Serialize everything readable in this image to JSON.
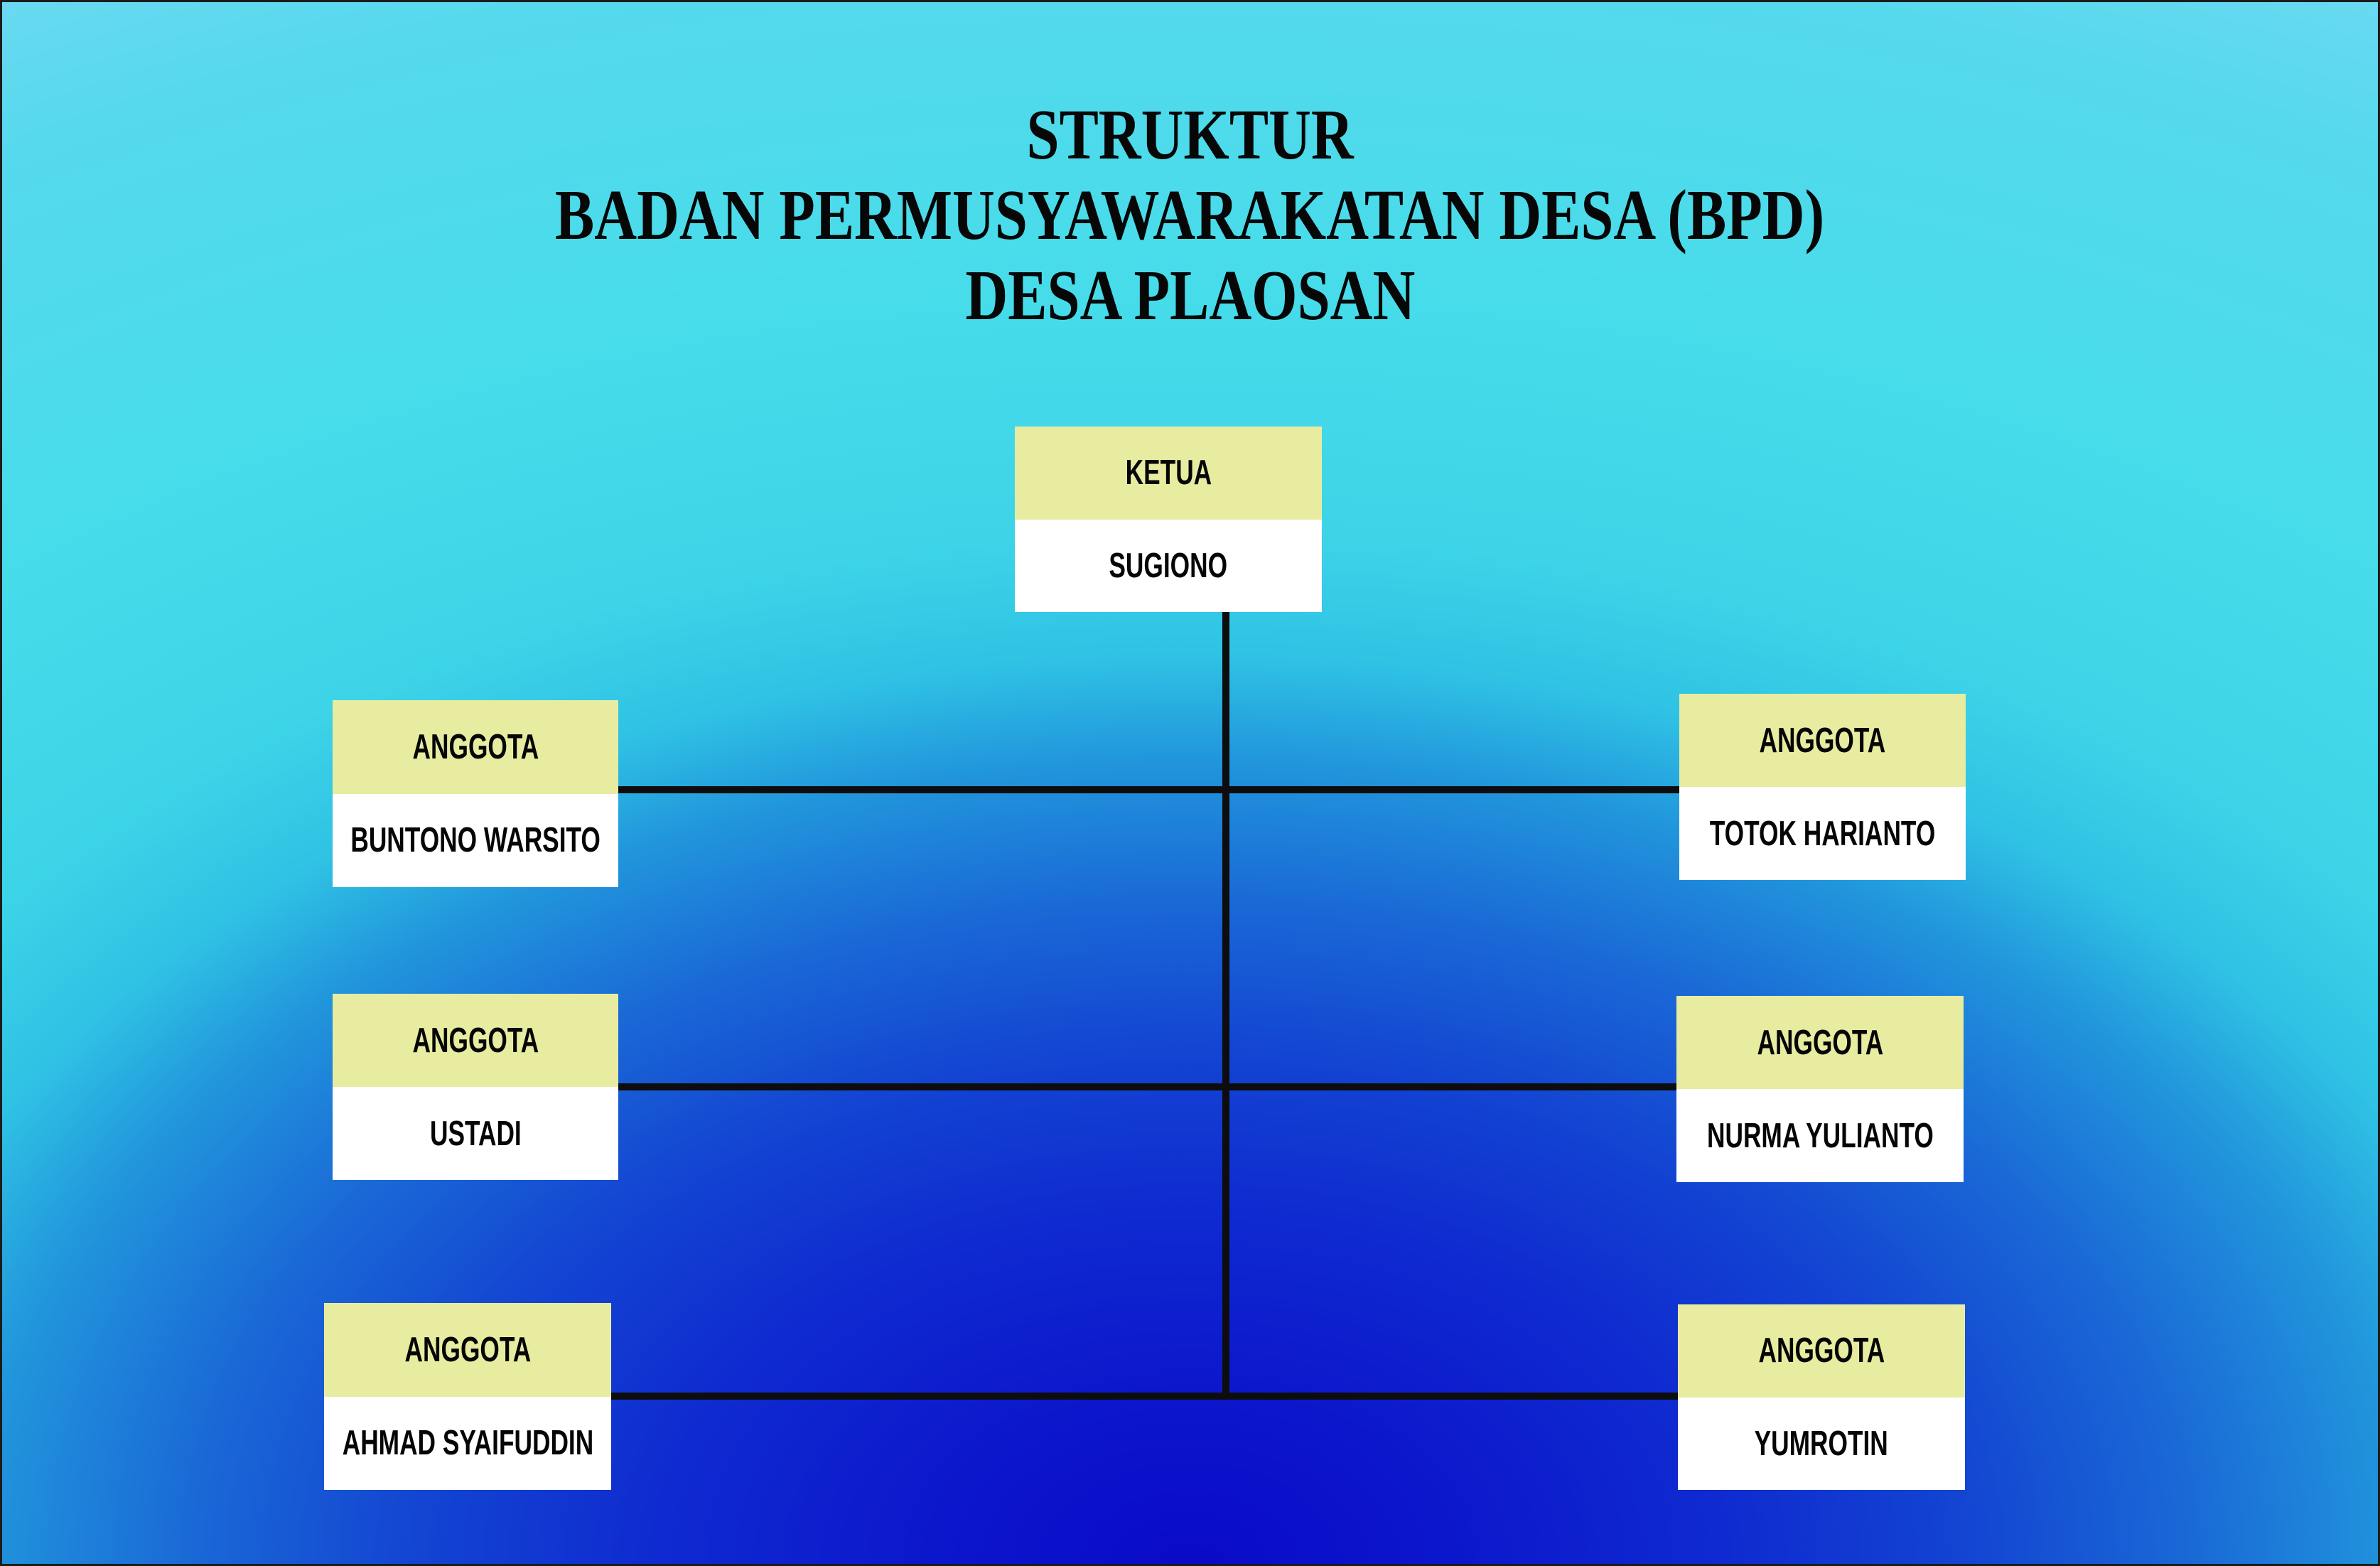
{
  "title": {
    "line1": "STRUKTUR",
    "line2": "BADAN PERMUSYAWARAKATAN DESA (BPD)",
    "line3": "DESA PLAOSAN"
  },
  "org": {
    "root": {
      "role": "KETUA",
      "name": "SUGIONO"
    },
    "left": [
      {
        "role": "ANGGOTA",
        "name": "BUNTONO WARSITO"
      },
      {
        "role": "ANGGOTA",
        "name": "USTADI"
      },
      {
        "role": "ANGGOTA",
        "name": "AHMAD SYAIFUDDIN"
      }
    ],
    "right": [
      {
        "role": "ANGGOTA",
        "name": "TOTOK HARIANTO"
      },
      {
        "role": "ANGGOTA",
        "name": "NURMA YULIANTO"
      },
      {
        "role": "ANGGOTA",
        "name": "YUMROTIN"
      }
    ]
  },
  "colors": {
    "role_header_fill": "#e8eca0",
    "name_body_fill": "#ffffff",
    "text": "#060606",
    "connector_line": "#0d0d0d",
    "background_bottom": "#0a0ac8",
    "background_mid": "#2196dc",
    "background_cyan": "#55d9ec",
    "background_top_corner": "#90defa"
  }
}
